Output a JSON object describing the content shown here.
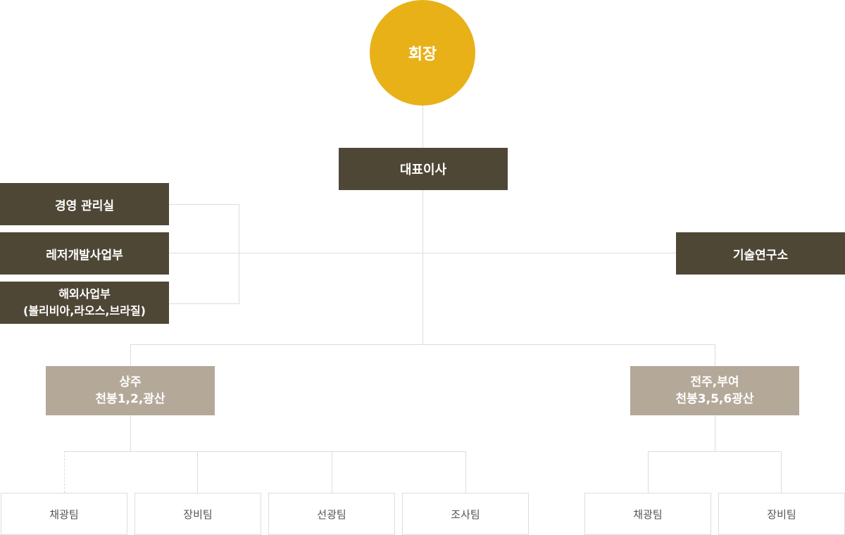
{
  "chairman": "회장",
  "ceo": "대표이사",
  "left_departments": [
    {
      "line1": "경영 관리실",
      "line2": ""
    },
    {
      "line1": "레저개발사업부",
      "line2": ""
    },
    {
      "line1": "해외사업부",
      "line2": "(볼리비아,라오스,브라질)"
    }
  ],
  "right_department": "기술연구소",
  "mines": [
    {
      "line1": "상주",
      "line2": "천봉1,2,광산"
    },
    {
      "line1": "전주,부여",
      "line2": "천봉3,5,6광산"
    }
  ],
  "teams_sangju": [
    "채광팀",
    "장비팀",
    "선광팀",
    "조사팀"
  ],
  "teams_jeonju": [
    "채광팀",
    "장비팀"
  ],
  "colors": {
    "chairman": "#e8b118",
    "department": "#4f4736",
    "mine": "#b4a999",
    "connector": "#dcdcdc"
  }
}
